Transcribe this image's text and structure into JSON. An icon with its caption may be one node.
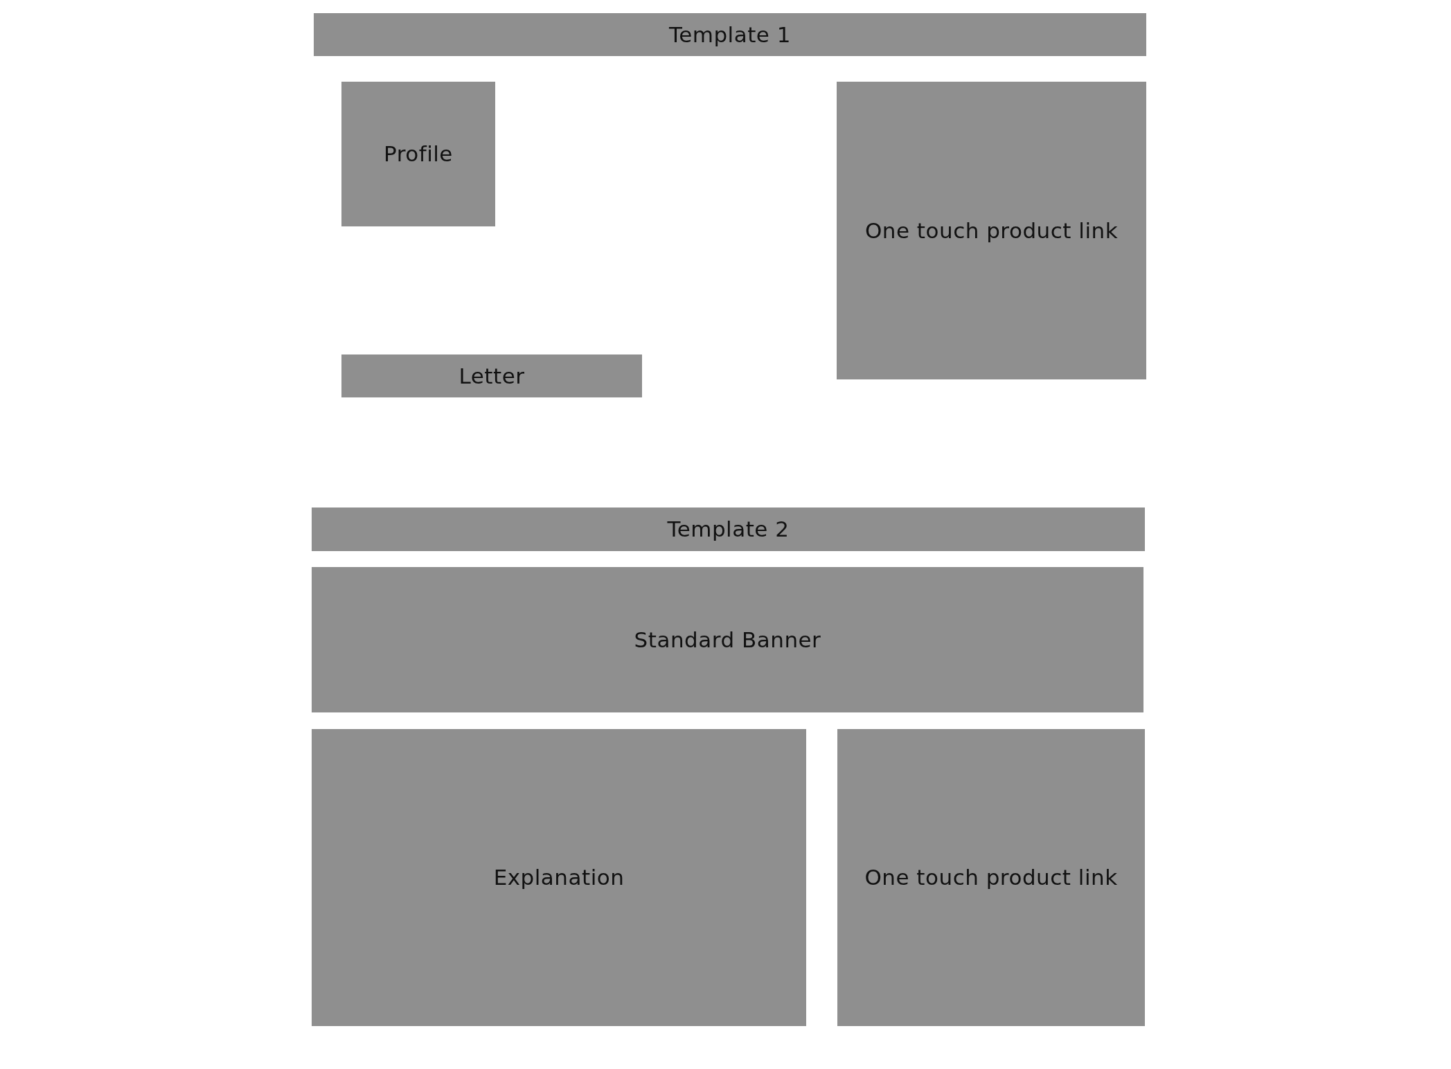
{
  "diagram": {
    "nodes": [
      {
        "text": [
          "Template 1"
        ]
      },
      {
        "text": [
          "Profile"
        ]
      },
      {
        "text": [
          "One touch product link"
        ]
      },
      {
        "text": [
          "Letter"
        ]
      },
      {
        "text": [
          "Template 2"
        ]
      },
      {
        "text": [
          "Standard Banner"
        ]
      },
      {
        "text": [
          "Explanation"
        ]
      },
      {
        "text": [
          "One touch product link"
        ]
      }
    ]
  }
}
